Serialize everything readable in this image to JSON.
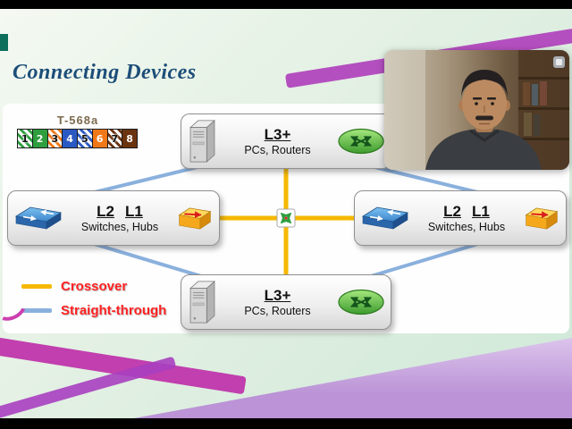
{
  "title": "Connecting Devices",
  "wiring_standard": {
    "label": "T-568a",
    "pins": [
      {
        "num": "1",
        "hex": "#2e9e3f",
        "striped": true
      },
      {
        "num": "2",
        "hex": "#2e9e3f",
        "striped": false
      },
      {
        "num": "3",
        "hex": "#f07818",
        "striped": true
      },
      {
        "num": "4",
        "hex": "#2b59c3",
        "striped": false
      },
      {
        "num": "5",
        "hex": "#2b59c3",
        "striped": true
      },
      {
        "num": "6",
        "hex": "#f07818",
        "striped": false
      },
      {
        "num": "7",
        "hex": "#6b3410",
        "striped": true
      },
      {
        "num": "8",
        "hex": "#6b3410",
        "striped": false
      }
    ]
  },
  "nodes": {
    "top": {
      "layer": "L3+",
      "devices": "PCs, Routers"
    },
    "bottom": {
      "layer": "L3+",
      "devices": "PCs, Routers"
    },
    "left": {
      "layer_a": "L2",
      "layer_b": "L1",
      "devices": "Switches, Hubs"
    },
    "right": {
      "layer_a": "L2",
      "layer_b": "L1",
      "devices": "Switches, Hubs"
    }
  },
  "connections": [
    {
      "from": "top",
      "to": "bottom",
      "type": "crossover"
    },
    {
      "from": "left",
      "to": "right",
      "type": "crossover"
    },
    {
      "from": "top",
      "to": "left",
      "type": "straight-through"
    },
    {
      "from": "top",
      "to": "right",
      "type": "straight-through"
    },
    {
      "from": "bottom",
      "to": "left",
      "type": "straight-through"
    },
    {
      "from": "bottom",
      "to": "right",
      "type": "straight-through"
    }
  ],
  "legend": {
    "items": [
      {
        "label": "Crossover",
        "color": "#f5b800"
      },
      {
        "label": "Straight-through",
        "color": "#8ab0dd"
      }
    ]
  },
  "colors": {
    "title_text": "#1d4e79",
    "legend_text": "#ff2222"
  }
}
